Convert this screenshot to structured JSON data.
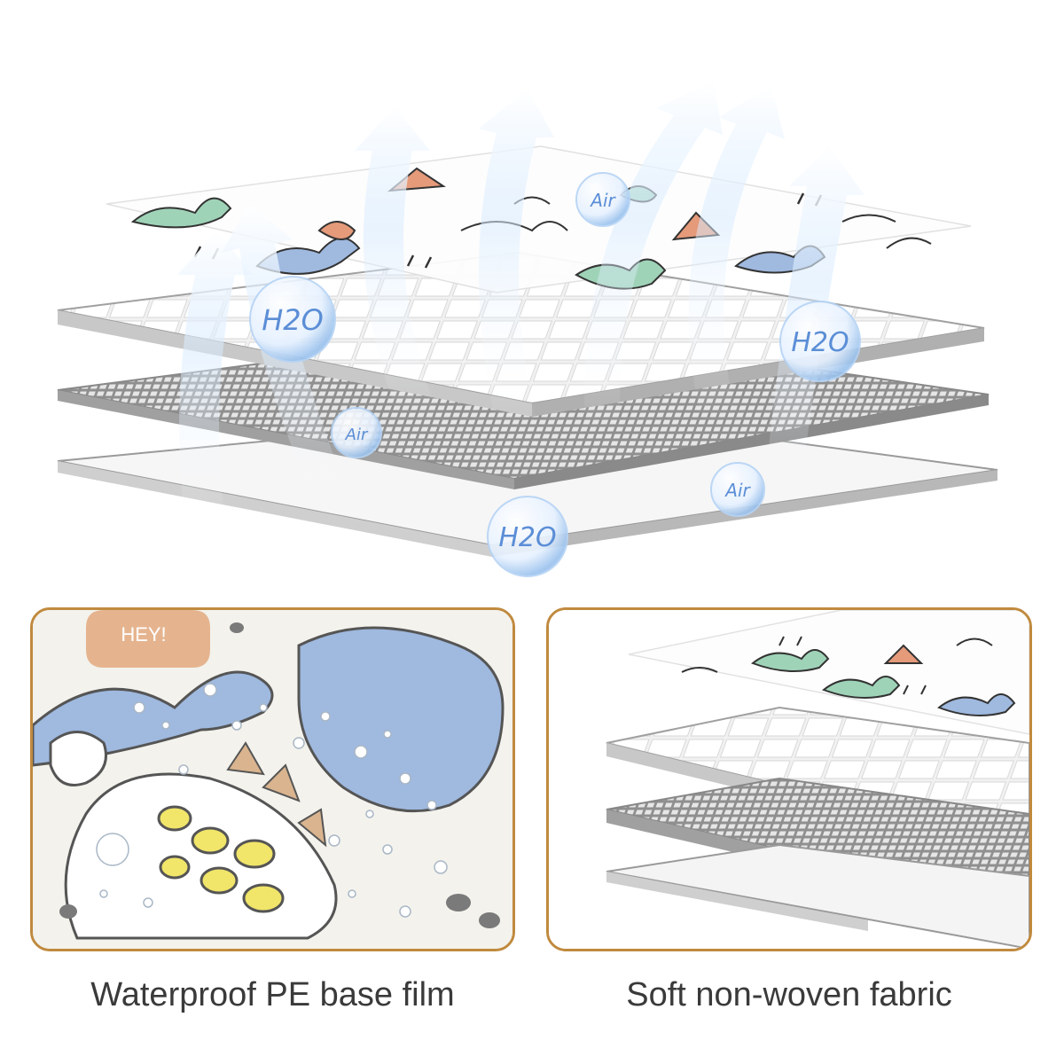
{
  "hero": {
    "bubble_air_top": "Air",
    "bubble_h2o_left": "H2O",
    "bubble_h2o_right": "H2O",
    "bubble_air_mid": "Air",
    "bubble_air_right": "Air",
    "bubble_h2o_bottom": "H2O"
  },
  "panels": {
    "left_caption": "Waterproof PE base film",
    "right_caption": "Soft non-woven fabric",
    "speech_bubble": "HEY!"
  },
  "colors": {
    "panel_border": "#c08a3e",
    "dino_blue": "#9fb9df",
    "dino_green": "#9fd3b8",
    "dino_orange": "#e59a7a",
    "arrow_blue": "#7fb4f0"
  }
}
